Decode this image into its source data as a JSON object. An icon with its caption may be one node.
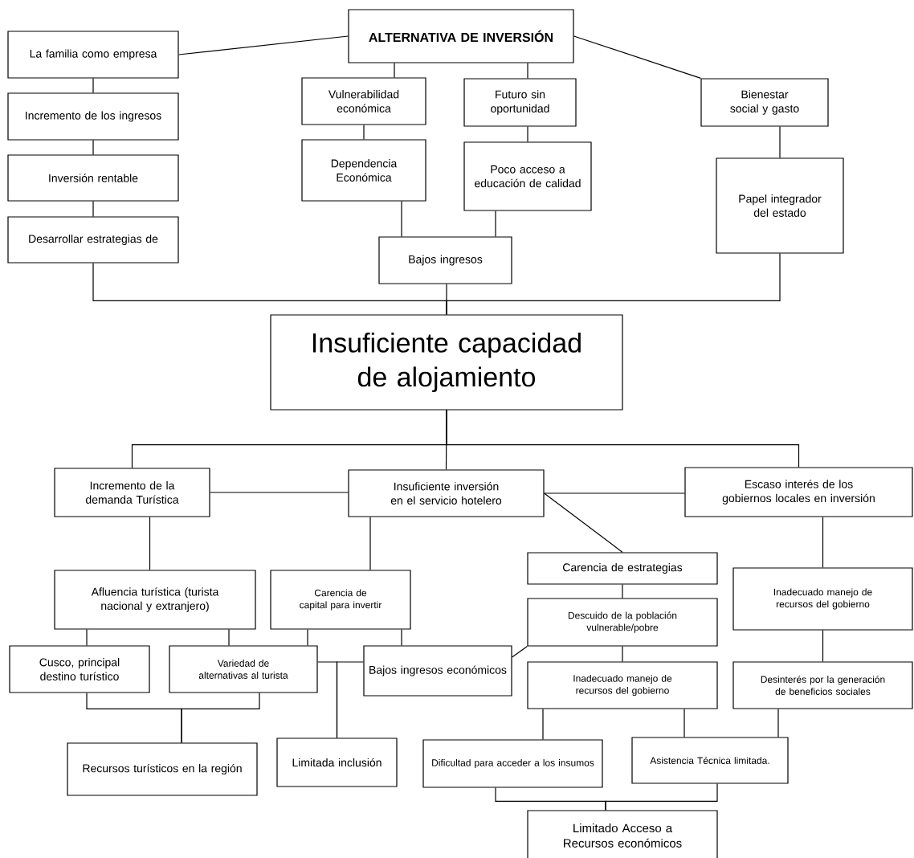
{
  "diagram": {
    "nodes": [
      {
        "text": [
          "ALTERNATIVA DE INVERSIÓN"
        ]
      },
      {
        "text": [
          "La familia como empresa"
        ]
      },
      {
        "text": [
          "Incremento de los ingresos"
        ]
      },
      {
        "text": [
          "Inversión rentable"
        ]
      },
      {
        "text": [
          "Desarrollar estrategias de"
        ]
      },
      {
        "text": [
          "Vulnerabilidad económica"
        ]
      },
      {
        "text": [
          "Dependencia Económica"
        ]
      },
      {
        "text": [
          "Futuro sin oportunidad"
        ]
      },
      {
        "text": [
          "Poco acceso a educación de calidad"
        ]
      },
      {
        "text": [
          "Bienestar social y gasto"
        ]
      },
      {
        "text": [
          "Papel integrador del estado"
        ]
      },
      {
        "text": [
          "Bajos ingresos"
        ]
      },
      {
        "text": [
          "Insuficiente capacidad de alojamiento"
        ]
      },
      {
        "text": [
          "Incremento de la demanda Turística"
        ]
      },
      {
        "text": [
          "Insuficiente inversión en el servicio hotelero"
        ]
      },
      {
        "text": [
          "Escaso interés de los gobiernos locales en inversión"
        ]
      },
      {
        "text": [
          "Afluencia turística (turista nacional y extranjero)"
        ]
      },
      {
        "text": [
          "Carencia de capital para invertir"
        ]
      },
      {
        "text": [
          "Carencia de estrategias"
        ]
      },
      {
        "text": [
          "Inadecuado manejo de recursos del gobierno"
        ]
      },
      {
        "text": [
          "Descuido de la población vulnerable/pobre"
        ]
      },
      {
        "text": [
          "Cusco, principal destino turístico"
        ]
      },
      {
        "text": [
          "Variedad de alternativas al turista"
        ]
      },
      {
        "text": [
          "Bajos ingresos económicos"
        ]
      },
      {
        "text": [
          "Inadecuado manejo de recursos del gobierno"
        ]
      },
      {
        "text": [
          "Desinterés por la generación de beneficios sociales"
        ]
      },
      {
        "text": [
          "Recursos turísticos en la región"
        ]
      },
      {
        "text": [
          "Limitada inclusión"
        ]
      },
      {
        "text": [
          "Dificultad para acceder a los insumos"
        ]
      },
      {
        "text": [
          "Asistencia Técnica limitada."
        ]
      },
      {
        "text": [
          "Limitado Acceso a Recursos económicos"
        ]
      }
    ],
    "edges": [
      {
        "from": 0,
        "to": 1,
        "arrow": "none"
      },
      {
        "from": 0,
        "to": 5,
        "arrow": "none"
      },
      {
        "from": 0,
        "to": 7,
        "arrow": "none"
      },
      {
        "from": 0,
        "to": 9,
        "arrow": "none"
      },
      {
        "from": 1,
        "to": 2,
        "arrow": "none"
      },
      {
        "from": 2,
        "to": 3,
        "arrow": "none"
      },
      {
        "from": 3,
        "to": 4,
        "arrow": "none"
      },
      {
        "from": 5,
        "to": 6,
        "arrow": "none"
      },
      {
        "from": 7,
        "to": 8,
        "arrow": "none"
      },
      {
        "from": 9,
        "to": 10,
        "arrow": "none"
      },
      {
        "from": 6,
        "to": 11,
        "arrow": "none"
      },
      {
        "from": 8,
        "to": 11,
        "arrow": "none"
      },
      {
        "from": 4,
        "to": 12,
        "arrow": "none"
      },
      {
        "from": 11,
        "to": 12,
        "arrow": "none"
      },
      {
        "from": 10,
        "to": 12,
        "arrow": "none"
      },
      {
        "from": 12,
        "to": 13,
        "arrow": "none"
      },
      {
        "from": 12,
        "to": 14,
        "arrow": "none"
      },
      {
        "from": 12,
        "to": 15,
        "arrow": "none"
      },
      {
        "from": 13,
        "to": 14,
        "arrow": "none"
      },
      {
        "from": 14,
        "to": 15,
        "arrow": "none"
      },
      {
        "from": 14,
        "to": 18,
        "arrow": "none"
      },
      {
        "from": 13,
        "to": 16,
        "arrow": "none"
      },
      {
        "from": 14,
        "to": 17,
        "arrow": "none"
      },
      {
        "from": 15,
        "to": 19,
        "arrow": "none"
      },
      {
        "from": 18,
        "to": 20,
        "arrow": "none"
      },
      {
        "from": 20,
        "to": 23,
        "arrow": "none"
      },
      {
        "from": 20,
        "to": 24,
        "arrow": "none"
      },
      {
        "from": 19,
        "to": 25,
        "arrow": "none"
      },
      {
        "from": 16,
        "to": 21,
        "arrow": "none"
      },
      {
        "from": 16,
        "to": 22,
        "arrow": "none"
      },
      {
        "from": 17,
        "to": 22,
        "arrow": "none"
      },
      {
        "from": 17,
        "to": 23,
        "arrow": "none"
      },
      {
        "from": 22,
        "to": 27,
        "arrow": "none"
      },
      {
        "from": 23,
        "to": 27,
        "arrow": "none"
      },
      {
        "from": 21,
        "to": 26,
        "arrow": "none"
      },
      {
        "from": 22,
        "to": 26,
        "arrow": "none"
      },
      {
        "from": 24,
        "to": 28,
        "arrow": "none"
      },
      {
        "from": 24,
        "to": 29,
        "arrow": "none"
      },
      {
        "from": 25,
        "to": 29,
        "arrow": "none"
      },
      {
        "from": 28,
        "to": 30,
        "arrow": "none"
      },
      {
        "from": 29,
        "to": 30,
        "arrow": "none"
      }
    ]
  }
}
